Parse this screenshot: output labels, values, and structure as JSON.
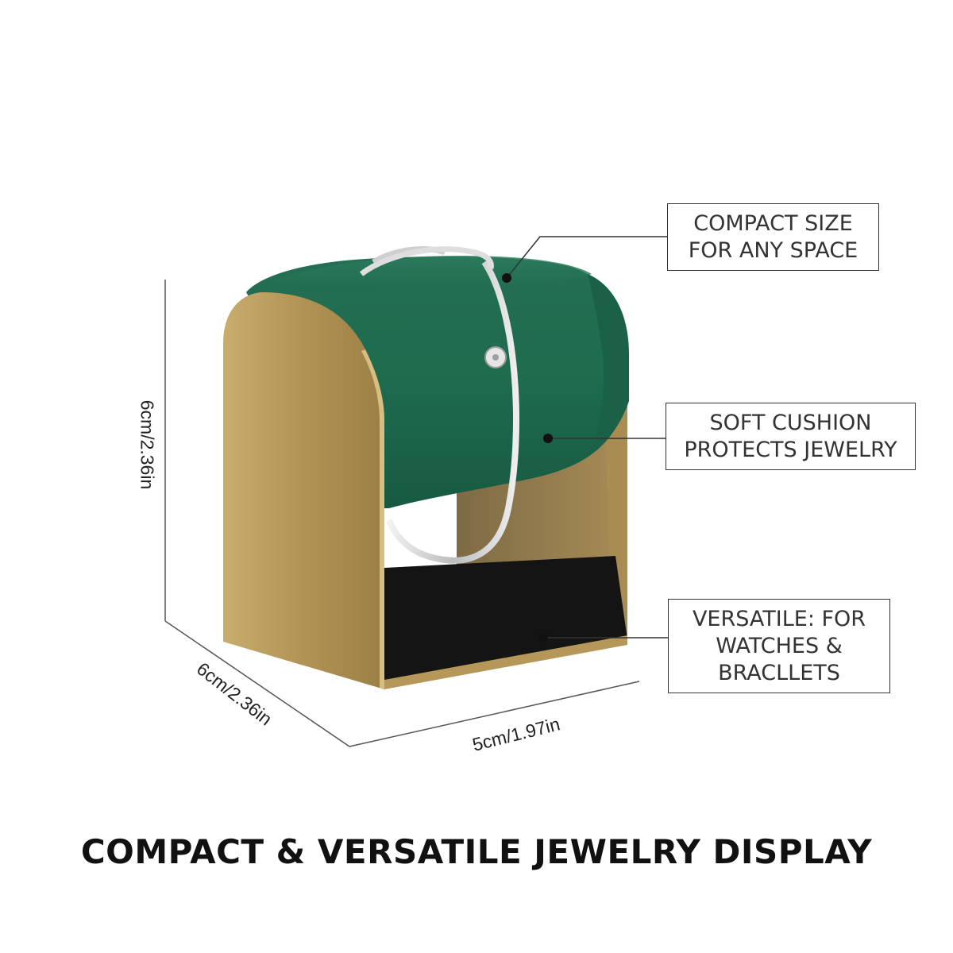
{
  "callouts": [
    {
      "lines": [
        "COMPACT SIZE",
        "FOR ANY SPACE"
      ]
    },
    {
      "lines": [
        "SOFT CUSHION",
        "PROTECTS JEWELRY"
      ]
    },
    {
      "lines": [
        "VERSATILE: FOR",
        "WATCHES &",
        "BRACLLETS"
      ]
    }
  ],
  "dimensions": {
    "height": "6cm/2.36in",
    "depth": "6cm/2.36in",
    "width": "5cm/1.97in"
  },
  "headline": "COMPACT & VERSATILE JEWELRY DISPLAY",
  "colors": {
    "velvet_green": "#1d6b4f",
    "brushed_gold": "#b89a5c",
    "base_black": "#151515",
    "bangle_silver": "#d8d8d8"
  }
}
